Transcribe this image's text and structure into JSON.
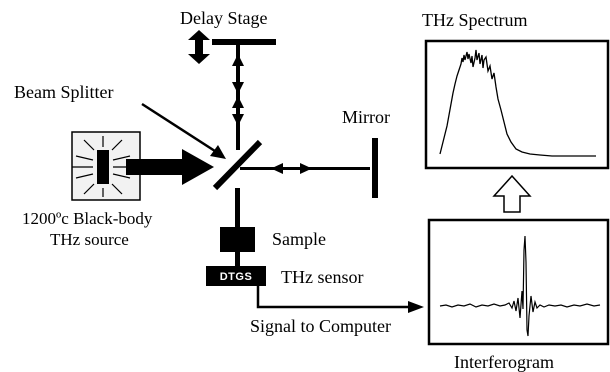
{
  "labels": {
    "delay_stage": "Delay Stage",
    "beam_splitter": "Beam Splitter",
    "mirror": "Mirror",
    "source_line1": "1200ºc Black-body",
    "source_line2": "THz source",
    "sample": "Sample",
    "detector_tag": "DTGS",
    "sensor": "THz sensor",
    "signal": "Signal to Computer",
    "spectrum_title": "THz Spectrum",
    "interferogram_title": "Interferogram"
  },
  "colors": {
    "ink": "#000000",
    "background": "#ffffff",
    "source_box": "#f2f2f2"
  },
  "icons": {
    "source": "lamp-glow-icon",
    "flow": "hollow-up-arrow-icon"
  }
}
